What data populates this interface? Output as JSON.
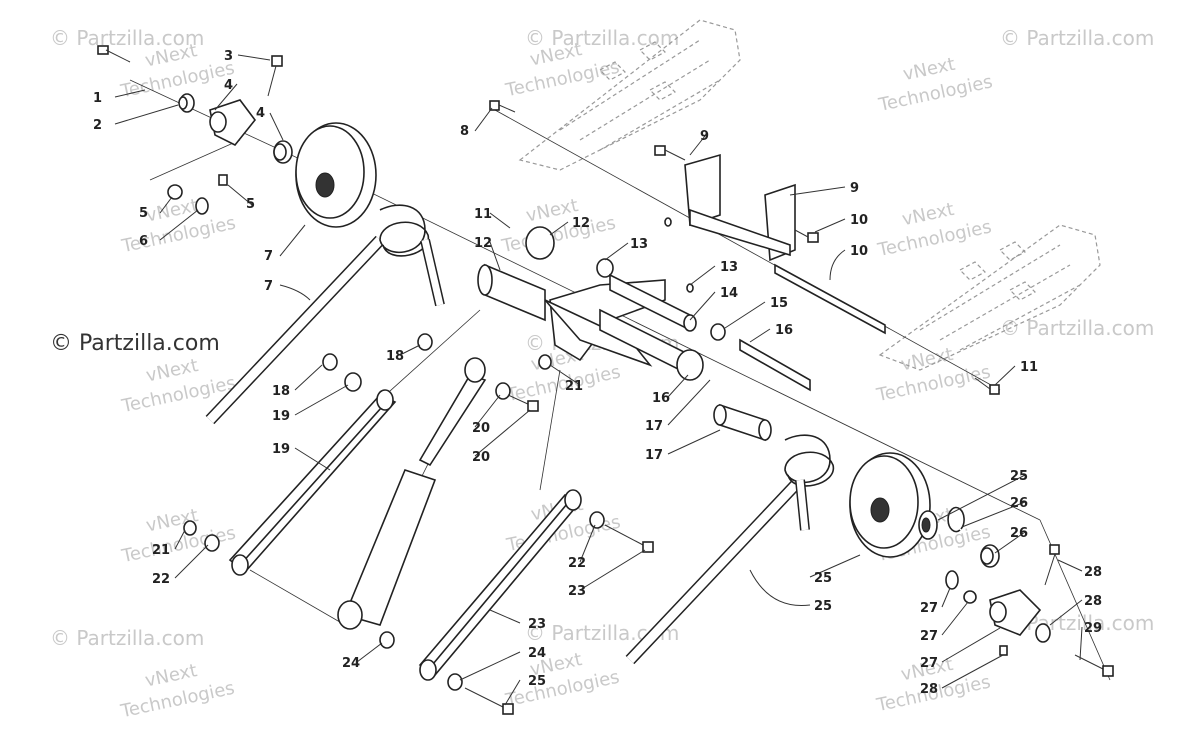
{
  "watermarks": {
    "partzilla": "© Partzilla.com",
    "vnext1": "vNext",
    "vnext2": "Technologies"
  },
  "callouts": [
    "1",
    "2",
    "3",
    "4",
    "4",
    "5",
    "5",
    "6",
    "7",
    "7",
    "8",
    "9",
    "9",
    "10",
    "10",
    "11",
    "11",
    "12",
    "12",
    "13",
    "13",
    "14",
    "15",
    "16",
    "16",
    "17",
    "17",
    "18",
    "18",
    "19",
    "19",
    "20",
    "20",
    "21",
    "21",
    "22",
    "22",
    "23",
    "23",
    "24",
    "24",
    "25",
    "25",
    "25",
    "25",
    "26",
    "26",
    "27",
    "27",
    "27",
    "28",
    "28",
    "28",
    "29"
  ]
}
